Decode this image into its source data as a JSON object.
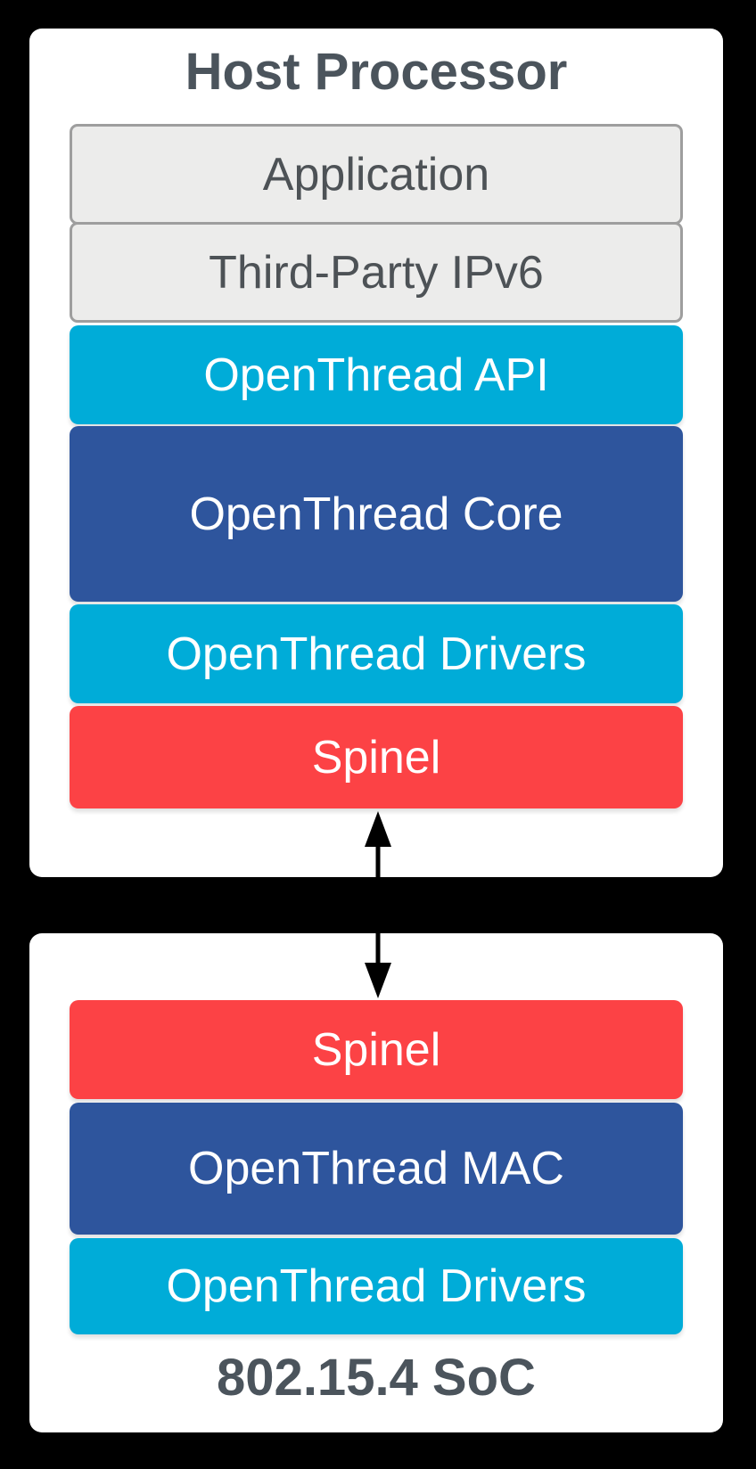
{
  "diagram": {
    "host": {
      "title": "Host Processor",
      "layers": [
        {
          "label": "Application",
          "type": "gray"
        },
        {
          "label": "Third-Party IPv6",
          "type": "gray"
        },
        {
          "label": "OpenThread API",
          "type": "cyan"
        },
        {
          "label": "OpenThread Core",
          "type": "blue"
        },
        {
          "label": "OpenThread Drivers",
          "type": "cyan"
        },
        {
          "label": "Spinel",
          "type": "red"
        }
      ]
    },
    "soc": {
      "title": "802.15.4 SoC",
      "layers": [
        {
          "label": "Spinel",
          "type": "red"
        },
        {
          "label": "OpenThread MAC",
          "type": "blue"
        },
        {
          "label": "OpenThread Drivers",
          "type": "cyan"
        }
      ]
    },
    "connector": {
      "icon": "double-headed-vertical-arrow",
      "meaning": "bidirectional Spinel link between host and SoC"
    },
    "colors": {
      "cyan": "#00acd8",
      "blue": "#2e559d",
      "red": "#fc4245",
      "gray_fill": "#ececeb",
      "gray_border": "#9e9e9e",
      "title_text": "#4b545c",
      "gray_text": "#4d5256",
      "background": "#000000",
      "white_box": "#ffffff",
      "arrow": "#000000"
    }
  }
}
